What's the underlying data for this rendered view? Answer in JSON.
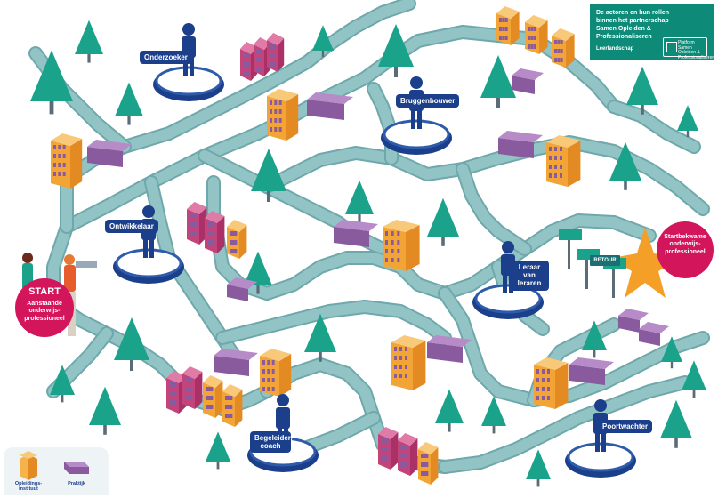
{
  "info_panel": {
    "title": "De actoren en hun rollen binnen het partnerschap Samen Opleiden & Professionaliseren",
    "subtitle": "Leerlandschap",
    "logo_text": "Platform Samen Opleiden & Professionaliseren"
  },
  "start": {
    "title": "START",
    "text": "Aanstaande onderwijs- professioneel"
  },
  "finish": {
    "text": "Startbekwame onderwijs- professioneel"
  },
  "roles": {
    "onderzoeker": "Onderzoeker",
    "bruggenbouwer": "Bruggenbouwer",
    "ontwikkelaar": "Ontwikkelaar",
    "leraar": "Leraar van leraren",
    "begeleider": "Begeleider/ coach",
    "poortwachter": "Poortwachter"
  },
  "signpost": "RETOUR",
  "legend": {
    "opleidingsinstituut": "Opleidings- instituut",
    "praktijk": "Praktijk"
  },
  "colors": {
    "path": "#92c4c6",
    "path_edge": "#6fa8ab",
    "tree": "#1aa38a",
    "navy": "#1b3f8b",
    "magenta": "#d3155c",
    "teal_panel": "#0e8a78",
    "orange_building": "#f3a436",
    "purple_building": "#8a5a9e",
    "pink_building": "#c2447b"
  }
}
